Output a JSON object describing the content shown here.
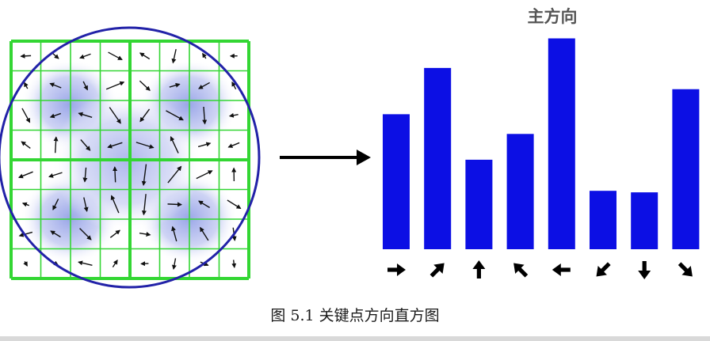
{
  "figure": {
    "caption": "图 5.1 关键点方向直方图",
    "main_direction_label": "主方向"
  },
  "colors": {
    "bar": "#0c0fe4",
    "grid": "#33d633",
    "circle": "#2222a8",
    "glow": "#9aa6e8"
  },
  "chart_data": {
    "type": "bar",
    "categories": [
      "→",
      "↗",
      "↑",
      "↖",
      "←",
      "↙",
      "↓",
      "↘"
    ],
    "values": [
      178,
      239,
      118,
      152,
      278,
      77,
      75,
      211
    ],
    "ylim": [
      0,
      290
    ],
    "grid": false,
    "annotations": [
      "主方向"
    ]
  },
  "orientation_arrows": [
    "right-arrow-icon",
    "up-right-arrow-icon",
    "up-arrow-icon",
    "up-left-arrow-icon",
    "left-arrow-icon",
    "down-left-arrow-icon",
    "down-arrow-icon",
    "down-right-arrow-icon"
  ]
}
